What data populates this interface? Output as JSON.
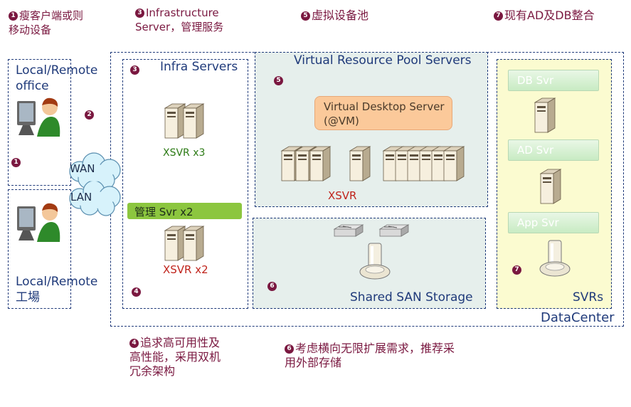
{
  "notes": {
    "n1": {
      "badge": "1",
      "line1": "瘦客户端或则",
      "line2": "移动设备"
    },
    "n3": {
      "badge": "3",
      "line1": "Infrastructure",
      "line2": "Server，管理服务"
    },
    "n5": {
      "badge": "5",
      "text": "虚拟设备池"
    },
    "n7": {
      "badge": "7",
      "text": "现有AD及DB整合"
    },
    "n4": {
      "badge": "4",
      "line1": "追求高可用性及",
      "line2": "高性能，采用双机",
      "line3": "冗余架构"
    },
    "n6": {
      "badge": "6",
      "line1": "考虑横向无限扩展需求，推荐采",
      "line2": "用外部存储"
    }
  },
  "office": {
    "line1": "Local/Remote",
    "line2": "office",
    "badge": "1"
  },
  "factory": {
    "line1": "Local/Remote",
    "line2": "工場"
  },
  "network": {
    "badge": "2",
    "wan": "WAN",
    "lan": "LAN"
  },
  "infra": {
    "badge": "3",
    "title": "Infra Servers",
    "xsvr_count": "XSVR x3",
    "mgmt_label": "管理 Svr x2",
    "xsvr2_count": "XSVR x2",
    "badge4": "4"
  },
  "pool": {
    "badge": "5",
    "title": "Virtual Resource Pool Servers",
    "vds_line1": "Virtual Desktop Server",
    "vds_line2": "(@VM)",
    "xsvr": "XSVR"
  },
  "storage": {
    "badge": "6",
    "title": "Shared SAN Storage"
  },
  "svrs": {
    "db": "DB Svr",
    "ad": "AD Svr",
    "app": "App Svr",
    "badge": "7",
    "title": "SVRs"
  },
  "datacenter": {
    "title": "DataCenter"
  },
  "colors": {
    "accent": "#7a1840",
    "frame": "#1f3a7a",
    "xsvr_red": "#c0241c",
    "green_text": "#2b7a14",
    "mgmt_bar": "#8cc63f",
    "vds_box": "#fbc99a",
    "svrs_bg": "#fbfbd0",
    "pool_bg": "#e6efec"
  }
}
